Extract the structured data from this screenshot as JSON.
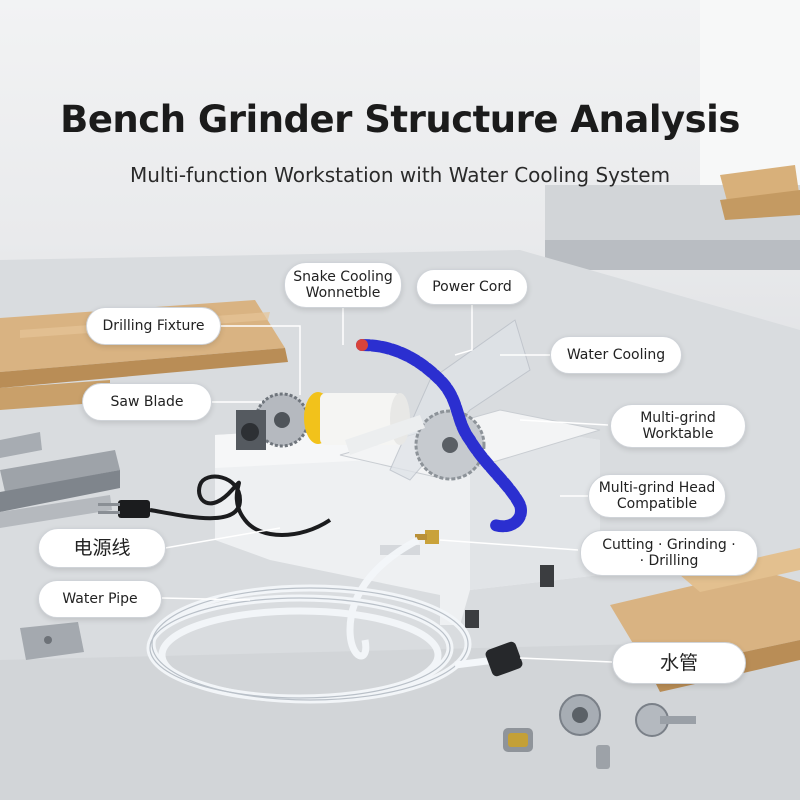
{
  "header": {
    "title": "Bench Grinder Structure Analysis",
    "subtitle": "Multi-function Workstation with Water Cooling System"
  },
  "callouts": {
    "snake_cooling": "Snake Cooling\nWonnetble",
    "power_cord": "Power Cord",
    "drilling_fixture": "Drilling Fixture",
    "water_cooling": "Water Cooling",
    "saw_blade": "Saw Blade",
    "multi_grind_worktable": "Multi-grind\nWorktable",
    "multi_grind_head": "Multi-grind Head\nCompatible",
    "power_cord_cn": "电源线",
    "cutting_grinding_drilling": "Cutting · Grinding ·\n· Drilling",
    "water_pipe": "Water Pipe",
    "water_pipe_cn": "水管"
  },
  "colors": {
    "hose_blue": "#2b2fd0",
    "motor_yellow": "#f2c21b",
    "machine_body": "#eef0f2",
    "wood": "#d9b382"
  }
}
